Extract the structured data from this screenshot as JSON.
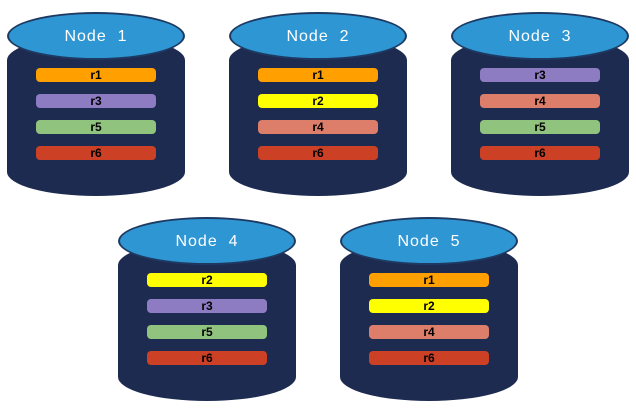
{
  "diagram": {
    "type": "database-replication-diagram",
    "colors": {
      "background": "#FFFFFF",
      "cylinder_body": "#1E2B50",
      "cylinder_top": "#2E96D3",
      "cylinder_top_border": "#1E3A63",
      "node_label_text": "#FFFFFF",
      "record_label_text": "#000000"
    },
    "record_colors": {
      "r1": "#FFA000",
      "r2": "#FFFF00",
      "r3": "#8E7CC3",
      "r4": "#DD7E6B",
      "r5": "#8FC37E",
      "r6": "#CC4125"
    },
    "rows": [
      {
        "nodes": [
          {
            "label": "Node  1",
            "records": [
              "r1",
              "r3",
              "r5",
              "r6"
            ]
          },
          {
            "label": "Node  2",
            "records": [
              "r1",
              "r2",
              "r4",
              "r6"
            ]
          },
          {
            "label": "Node  3",
            "records": [
              "r3",
              "r4",
              "r5",
              "r6"
            ]
          }
        ]
      },
      {
        "nodes": [
          {
            "label": "Node  4",
            "records": [
              "r2",
              "r3",
              "r5",
              "r6"
            ]
          },
          {
            "label": "Node  5",
            "records": [
              "r1",
              "r2",
              "r4",
              "r6"
            ]
          }
        ]
      }
    ]
  }
}
